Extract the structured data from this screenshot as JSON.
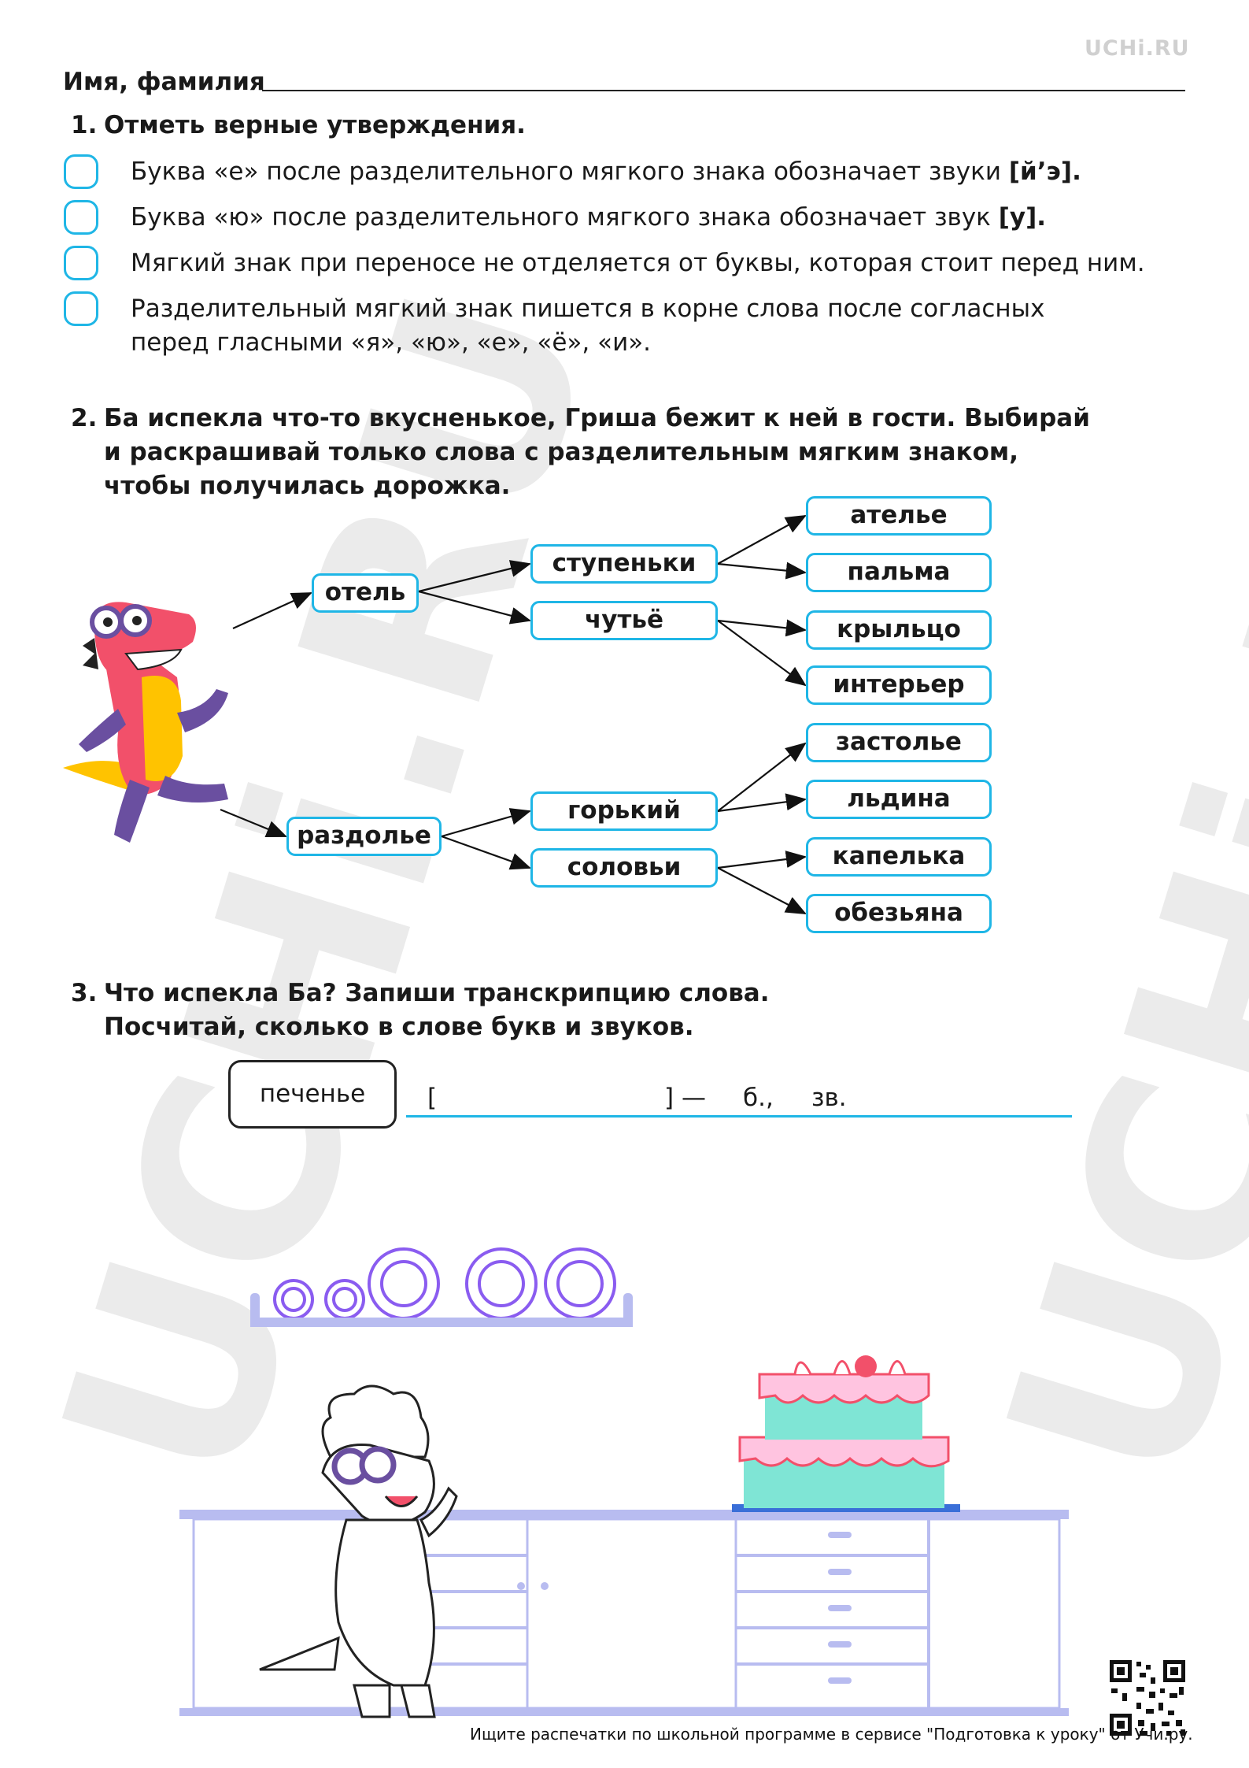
{
  "brand": "UCHi.RU",
  "watermark": "UCHi.RU",
  "header": {
    "name_label": "Имя, фамилия"
  },
  "task1": {
    "number": "1.",
    "title": "Отметь верные утверждения.",
    "statements": [
      {
        "text": "Буква «е» после разделительного мягкого знака обозначает звуки ",
        "bold": "[й’э]."
      },
      {
        "text": "Буква «ю» после разделительного мягкого знака обозначает звук ",
        "bold": "[у]."
      },
      {
        "text": "Мягкий знак при переносе не отделяется от буквы, которая стоит перед ним.",
        "bold": ""
      },
      {
        "text": "Разделительный мягкий знак пишется в корне слова после согласных перед гласными «я», «ю», «е», «ё», «и».",
        "bold": ""
      }
    ]
  },
  "task2": {
    "number": "2.",
    "title_lines": [
      "Ба испекла что-то вкусненькое, Гриша бежит к ней в гости. Выбирай",
      "и раскрашивай только слова с разделительным мягким знаком,",
      "чтобы получилась дорожка."
    ],
    "level1": [
      "отель",
      "раздолье"
    ],
    "level2": [
      "ступеньки",
      "чутьё",
      "горький",
      "соловьи"
    ],
    "level3": [
      "ателье",
      "пальма",
      "крыльцо",
      "интерьер",
      "застолье",
      "льдина",
      "капелька",
      "обезьяна"
    ]
  },
  "task3": {
    "number": "3.",
    "title_lines": [
      "Что испекла Ба? Запиши транскрипцию слова.",
      "Посчитай, сколько в слове букв и звуков."
    ],
    "word": "печенье",
    "bracket_open": "[",
    "bracket_close": "] —",
    "letters_suffix": "б.,",
    "sounds_suffix": "зв."
  },
  "footer": {
    "text": "Ищите распечатки по школьной программе в сервисе \"Подготовка к уроку\" от Учи.ру."
  },
  "colors": {
    "accent": "#1fb6e6",
    "dino_red": "#f2506a",
    "dino_yellow": "#ffc300",
    "dino_purple": "#6a4fa0",
    "shelf": "#b8bcf0",
    "cake_pink": "#ffc4e0",
    "cake_mint": "#7fe5d5"
  }
}
